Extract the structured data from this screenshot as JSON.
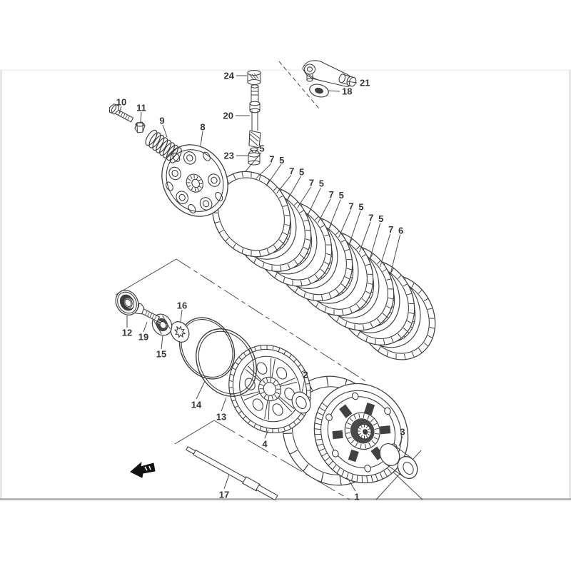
{
  "page": {
    "background": "#ffffff",
    "frame_bottom_color": "#a9a9a9",
    "frame_side_color": "#e4e2e1",
    "line_color": "#3f3f3f"
  },
  "diagram": {
    "type": "exploded-parts-diagram",
    "subject": "clutch-assembly",
    "callouts": {
      "c1": "1",
      "c2": "2",
      "c3": "3",
      "c4": "4",
      "c8": "8",
      "c9": "9",
      "c10": "10",
      "c11": "11",
      "c12": "12",
      "c13": "13",
      "c14": "14",
      "c15": "15",
      "c16": "16",
      "c17": "17",
      "c18": "18",
      "c19": "19",
      "c20": "20",
      "c21": "21",
      "c23": "23",
      "c24": "24"
    },
    "plate_sequence": [
      "5",
      "7",
      "5",
      "7",
      "5",
      "7",
      "5",
      "7",
      "5",
      "7",
      "5",
      "7",
      "5",
      "7",
      "6"
    ],
    "direction_marker_icon": "fwd-arrow"
  }
}
